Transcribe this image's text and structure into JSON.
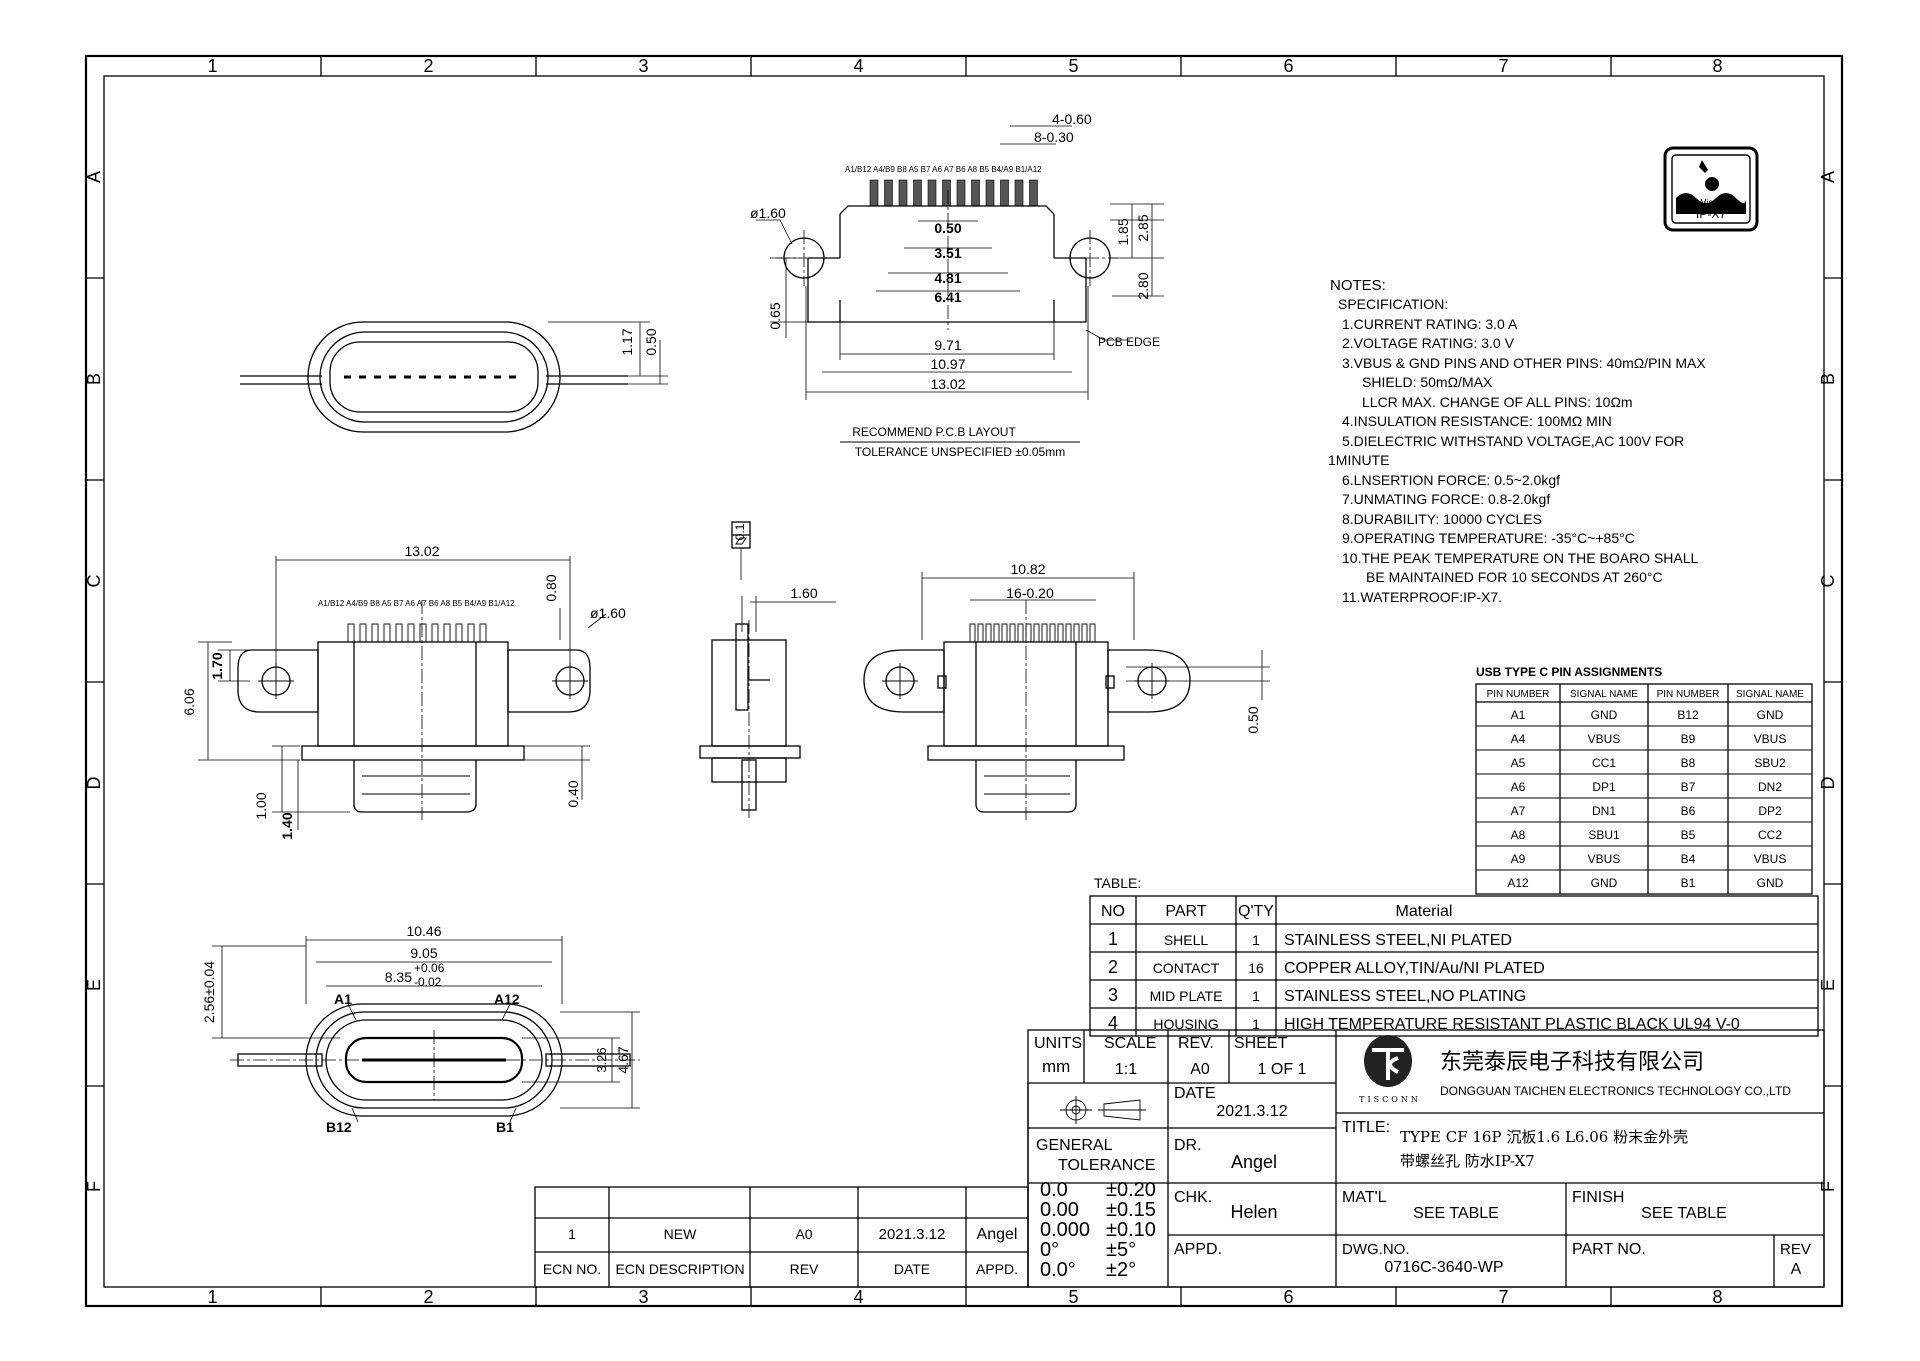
{
  "frame": {
    "cols": [
      "1",
      "2",
      "3",
      "4",
      "5",
      "6",
      "7",
      "8"
    ],
    "rows": [
      "A",
      "B",
      "C",
      "D",
      "E",
      "F"
    ]
  },
  "ipx7_badge": {
    "lines": [
      "30 Min/1.5M",
      "IP-X7"
    ]
  },
  "notes": {
    "title": "NOTES:",
    "spec": "SPECIFICATION:",
    "items": [
      "1.CURRENT RATING: 3.0 A",
      "2.VOLTAGE RATING: 3.0 V",
      "3.VBUS & GND PINS AND OTHER PINS: 40mΩ/PIN MAX",
      "SHIELD: 50mΩ/MAX",
      "LLCR MAX. CHANGE OF ALL PINS: 10Ωm",
      "4.INSULATION RESISTANCE:  100MΩ MIN",
      "5.DIELECTRIC WITHSTAND VOLTAGE,AC 100V FOR",
      "1MINUTE",
      "6.LNSERTION FORCE: 0.5~2.0kgf",
      "7.UNMATING FORCE: 0.8-2.0kgf",
      "8.DURABILITY: 10000 CYCLES",
      "9.OPERATING TEMPERATURE: -35°C~+85°C",
      "10.THE PEAK TEMPERATURE ON THE BOARO SHALL",
      "BE MAINTAINED FOR 10 SECONDS AT 260°C",
      "11.WATERPROOF:IP-X7."
    ]
  },
  "pin_table": {
    "title": "USB TYPE C PIN ASSIGNMENTS",
    "headers": [
      "PIN NUMBER",
      "SIGNAL NAME",
      "PIN NUMBER",
      "SIGNAL NAME"
    ],
    "rows": [
      [
        "A1",
        "GND",
        "B12",
        "GND"
      ],
      [
        "A4",
        "VBUS",
        "B9",
        "VBUS"
      ],
      [
        "A5",
        "CC1",
        "B8",
        "SBU2"
      ],
      [
        "A6",
        "DP1",
        "B7",
        "DN2"
      ],
      [
        "A7",
        "DN1",
        "B6",
        "DP2"
      ],
      [
        "A8",
        "SBU1",
        "B5",
        "CC2"
      ],
      [
        "A9",
        "VBUS",
        "B4",
        "VBUS"
      ],
      [
        "A12",
        "GND",
        "B1",
        "GND"
      ]
    ]
  },
  "parts_table": {
    "title": "TABLE:",
    "headers": [
      "NO",
      "PART",
      "Q'TY",
      "Material"
    ],
    "rows": [
      [
        "1",
        "SHELL",
        "1",
        "STAINLESS  STEEL,NI  PLATED"
      ],
      [
        "2",
        "CONTACT",
        "16",
        "COPPER  ALLOY,TIN/Au/NI  PLATED"
      ],
      [
        "3",
        "MID PLATE",
        "1",
        "STAINLESS  STEEL,NO  PLATING"
      ],
      [
        "4",
        "HOUSING",
        "1",
        "HIGH  TEMPERATURE  RESISTANT  PLASTIC  BLACK  UL94  V-0"
      ]
    ]
  },
  "title_block": {
    "units_label": "UNITS",
    "units": "mm",
    "scale_label": "SCALE",
    "scale": "1:1",
    "rev_label": "REV.",
    "rev": "A0",
    "sheet_label": "SHEET",
    "sheet": "1  OF  1",
    "company_cn": "东莞泰辰电子科技有限公司",
    "company_en": "DONGGUAN  TAICHEN  ELECTRONICS  TECHNOLOGY  CO.,LTD",
    "logo_text": "TISCONN",
    "date_label": "DATE",
    "date": "2021.3.12",
    "title_label": "TITLE:",
    "title_line1": "TYPE  CF  16P  沉板1.6  L6.06  粉末金外壳",
    "title_line2": "带螺丝孔  防水IP-X7",
    "gen_tol_label": "GENERAL",
    "tolerance_label": "TOLERANCE",
    "tolerances": [
      [
        "0.0",
        "±0.20"
      ],
      [
        "0.00",
        "±0.15"
      ],
      [
        "0.000",
        "±0.10"
      ],
      [
        "0°",
        "±5°"
      ],
      [
        "0.0°",
        "±2°"
      ]
    ],
    "dr_label": "DR.",
    "dr": "Angel",
    "chk_label": "CHK.",
    "chk": "Helen",
    "appd_label": "APPD.",
    "matl_label": "MAT'L",
    "matl": "SEE  TABLE",
    "finish_label": "FINISH",
    "finish": "SEE  TABLE",
    "dwg_label": "DWG.NO.",
    "dwg": "0716C-3640-WP",
    "partno_label": "PART  NO.",
    "rev2_label": "REV",
    "rev2": "A"
  },
  "ecn_table": {
    "row": [
      "1",
      "NEW",
      "A0",
      "2021.3.12",
      "Angel"
    ],
    "headers": [
      "ECN NO.",
      "ECN  DESCRIPTION",
      "REV",
      "DATE",
      "APPD."
    ]
  },
  "pcb_layout": {
    "pin_labels": "A1/B12 A4/B9 B8 A5 B7 A6 A7 B6 A8 B5 B4/A9 B1/A12",
    "dims": [
      "4-0.60",
      "8-0.30",
      "ø1.60",
      "0.50",
      "3.51",
      "4.81",
      "6.41",
      "1.85",
      "2.85",
      "2.80",
      "0.65",
      "9.71",
      "10.97",
      "13.02",
      "PCB  EDGE"
    ],
    "caption1": "RECOMMEND  P.C.B  LAYOUT",
    "caption2": "TOLERANCE  UNSPECIFIED  ±0.05mm"
  },
  "front_top": {
    "dims": [
      "1.17",
      "0.50"
    ]
  },
  "view_c1": {
    "pin_labels": "A1/B12 A4/B9 B8 A5 B7 A6 A7 B6 A8 B5 B4/A9 B1/A12",
    "dims": [
      "13.02",
      "0.80",
      "ø1.60",
      "1.70",
      "6.06",
      "1.00",
      "1.40",
      "0.40"
    ]
  },
  "view_c2": {
    "dims": [
      "0.1",
      "1.60"
    ]
  },
  "view_c3": {
    "dims": [
      "10.82",
      "16-0.20",
      "0.50"
    ]
  },
  "view_e": {
    "dims": [
      "10.46",
      "9.05",
      "8.35",
      "+0.06",
      "-0.02",
      "2.56±0.04",
      "3.26",
      "4.67"
    ],
    "labels": [
      "A1",
      "A12",
      "B12",
      "B1"
    ]
  }
}
